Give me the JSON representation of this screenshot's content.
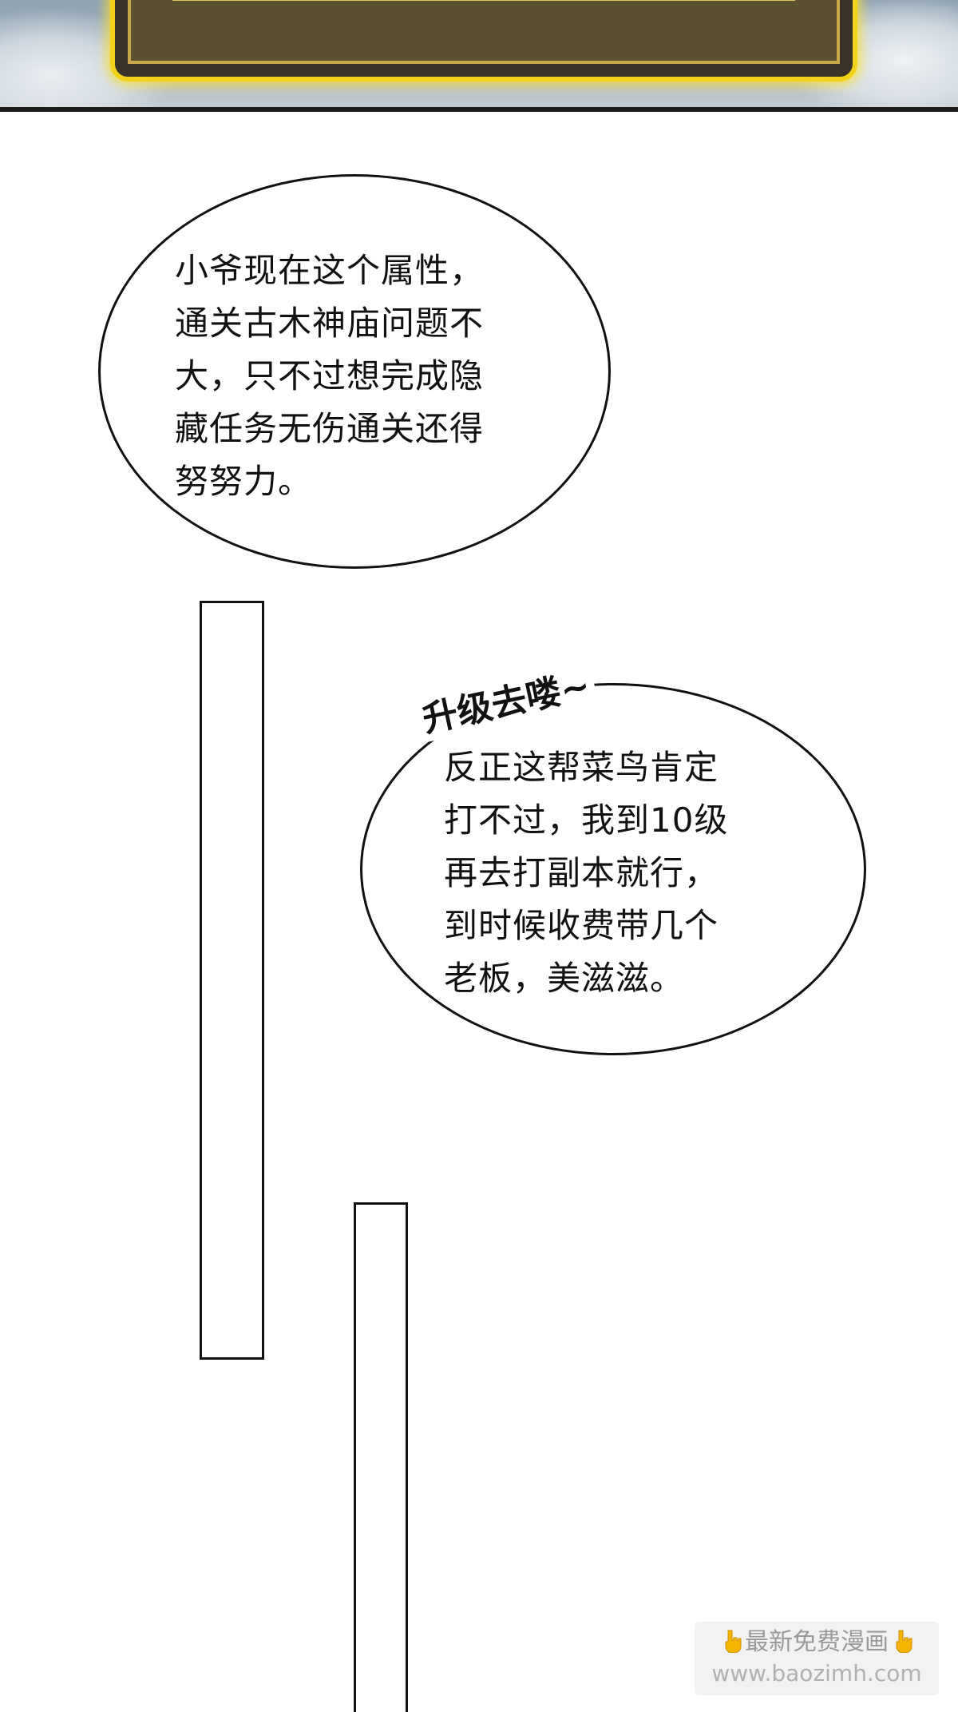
{
  "panel_top": {
    "frame_colors": {
      "glow": "#f3d31a",
      "frame": "#c9a64a",
      "fill": "#3a3226",
      "sky": "#a9b8c4"
    }
  },
  "bubble_1": {
    "lines": [
      "小爷现在这个属性，",
      "通关古木神庙问题不",
      "大，只不过想完成隐",
      "藏任务无伤通关还得",
      "努努力。"
    ]
  },
  "sfx": {
    "text": "升级去喽~"
  },
  "bubble_2": {
    "lines": [
      "反正这帮菜鸟肯定",
      "打不过，我到10级",
      "再去打副本就行，",
      "到时候收费带几个",
      "老板，美滋滋。"
    ]
  },
  "watermark": {
    "line1": "最新免费漫画",
    "line2": "www.baozimh.com",
    "icon": "pointing-down-hand-icon",
    "icon_color": "#f5b400"
  }
}
